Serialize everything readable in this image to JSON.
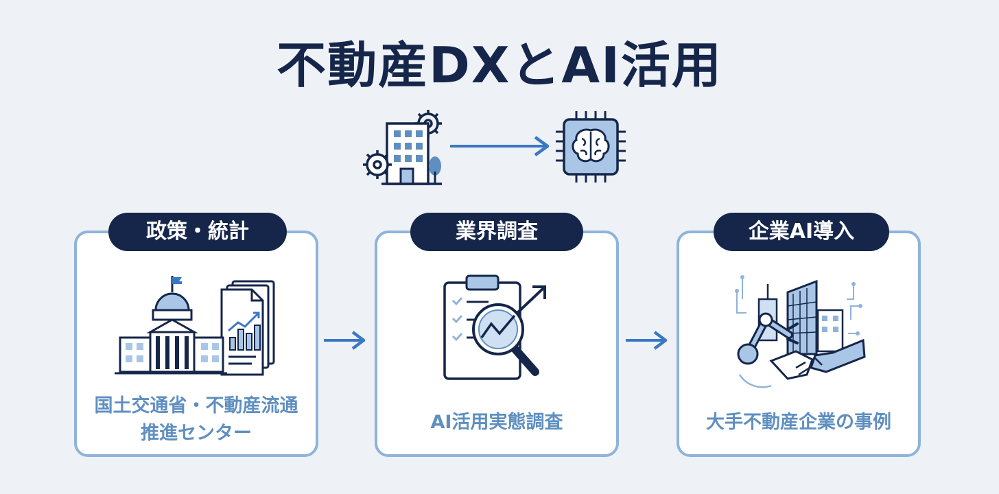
{
  "title": "不動産DXとAI活用",
  "colors": {
    "navy": "#15264a",
    "accent": "#3a78c4",
    "card_border": "#8fb3d9",
    "caption": "#5f8fc0",
    "icon_fill": "#a9c6e6"
  },
  "hero": {
    "from_icon": "office-building-gears-icon",
    "arrow_icon": "right-arrow-icon",
    "to_icon": "ai-brain-chip-icon"
  },
  "steps": [
    {
      "label": "政策・統計",
      "icon": "government-building-report-icon",
      "caption_lines": [
        "国土交通省・不動産流通",
        "推進センター"
      ]
    },
    {
      "label": "業界調査",
      "icon": "clipboard-magnifier-chart-icon",
      "caption_lines": [
        "AI活用実態調査"
      ]
    },
    {
      "label": "企業AI導入",
      "icon": "robot-arm-handshake-city-icon",
      "caption_lines": [
        "大手不動産企業の事例"
      ]
    }
  ]
}
